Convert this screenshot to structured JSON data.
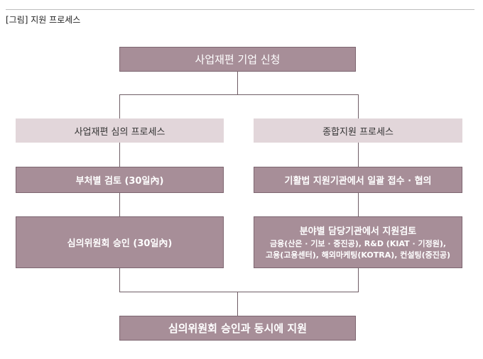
{
  "caption": "[그림] 지원 프로세스",
  "nodes": {
    "apply": "사업재편 기업 신청",
    "review_process": "사업재편 심의 프로세스",
    "general_process": "종합지원 프로세스",
    "ministry_review": "부처별 검토 (30일內)",
    "reception": "기활법 지원기관에서 일괄 접수 · 협의",
    "committee": "심의위원회 승인 (30일內)",
    "field_review": {
      "title": "분야별 담당기관에서 지원검토",
      "line1": "금융(산은 · 기보 · 중진공), R&D (KIAT · 기정원),",
      "line2": "고용(고용센터), 해외마케팅(KOTRA), 컨설팅(중진공)"
    },
    "final": "심의위원회 승인과 동시에 지원"
  },
  "colors": {
    "box_fill": "#a78e98",
    "label_fill": "#e2d6da",
    "connector": "#6f5d65"
  }
}
